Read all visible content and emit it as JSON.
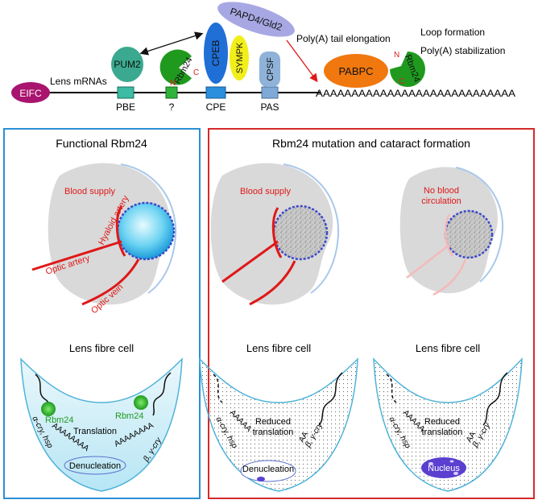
{
  "top": {
    "eifc": "EIFC",
    "lens_mrnas": "Lens mRNAs",
    "pum2": "PUM2",
    "rbm24": "Rbm24",
    "rbm24_n": "N",
    "rbm24_c": "C",
    "cpeb": "CPEB",
    "sympk": "SYMPK",
    "cpsf": "CPSF",
    "papd4": "PAPD4/Gld2",
    "pbe": "PBE",
    "question": "?",
    "cpe": "CPE",
    "pas": "PAS",
    "polya_tail_elongation": "Poly(A) tail elongation",
    "polya_tail": "AAAAAAAAAAAAAAAAAAAAAAAAAAAA",
    "pabpc": "PABPC",
    "loop_formation": "Loop formation",
    "polya_stabilization": "Poly(A) stabilization"
  },
  "left_panel": {
    "title": "Functional Rbm24",
    "blood_supply": "Blood supply",
    "hyaloid_artery": "Hyaloid artery",
    "optic_artery": "Optic artery",
    "optic_vein": "Optic vein",
    "fibre_title": "Lens fibre cell",
    "rbm24_left": "Rbm24",
    "rbm24_right": "Rbm24",
    "translation": "Translation",
    "aaaa_left": "AAAAAAAA",
    "aaaa_right": "AAAAAAAA",
    "cry_left": "α-cry, hsp",
    "cry_right": "β, γ-cry",
    "denucleation": "Denucleation"
  },
  "right_panel": {
    "title": "Rbm24 mutation and cataract formation",
    "blood_supply": "Blood supply",
    "no_blood_1": "No blood",
    "no_blood_2": "circulation",
    "fibre_title_1": "Lens fibre cell",
    "fibre_title_2": "Lens fibre cell",
    "reduced_1a": "Reduced",
    "reduced_1b": "translation",
    "reduced_2a": "Reduced",
    "reduced_2b": "translation",
    "cry_left_1": "α-cry, hsp",
    "cry_right_1": "β, γ-cry",
    "cry_left_2": "α-cry, hsp",
    "cry_right_2": "β, γ-cry",
    "aaaaa_1": "AAAAA",
    "aa_1": "AA",
    "aaaaa_2": "AAAAA",
    "aa_2": "AA",
    "denucleation": "Denucleation",
    "nucleus": "Nucleus"
  },
  "colors": {
    "left_border": "#2a8fd6",
    "right_border": "#d42a2a",
    "vessel_red": "#e01818",
    "rbm24_green": "#1f9a1f",
    "cpeb_blue": "#1f6fd6",
    "pabpc_orange": "#f0780f",
    "eifc_purple": "#a8146e",
    "nucleus_purple": "#5a3fd0"
  }
}
